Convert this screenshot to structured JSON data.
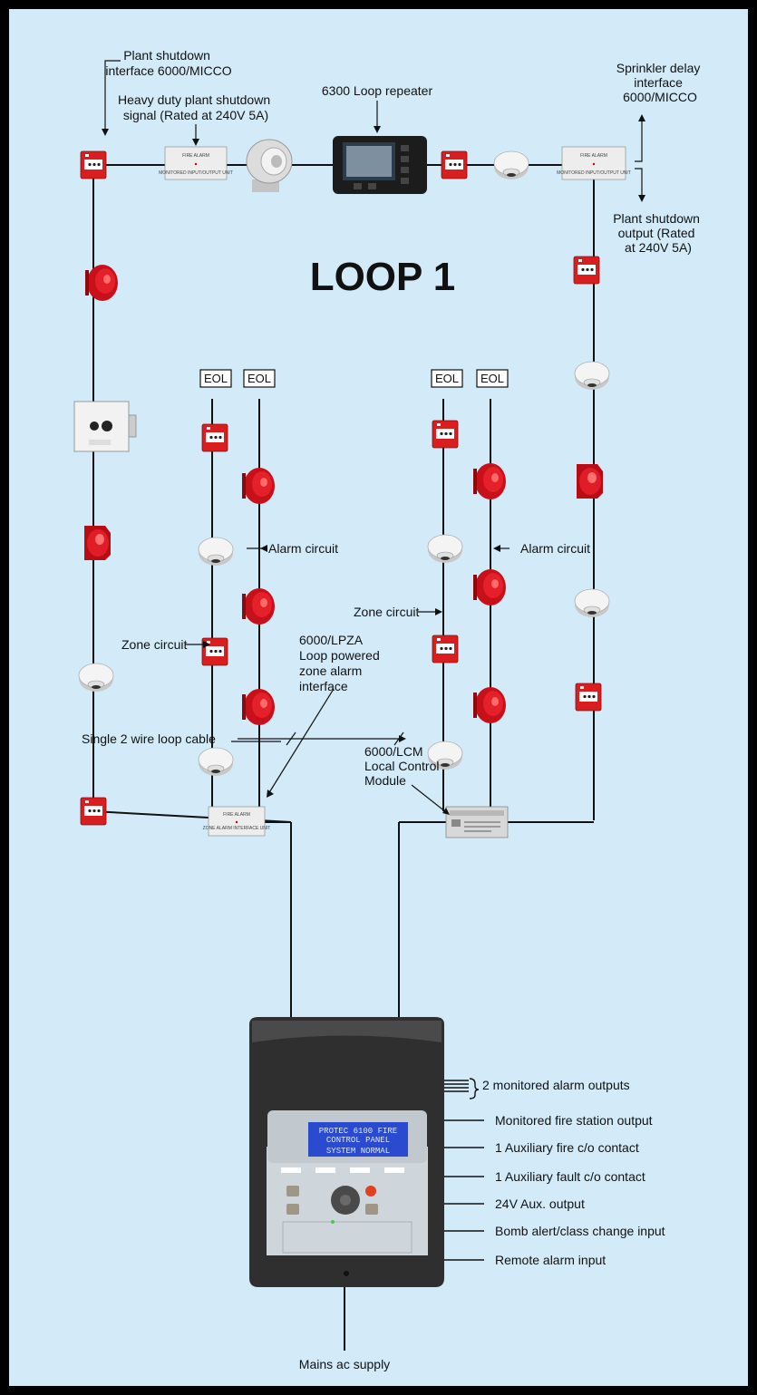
{
  "title": "LOOP 1",
  "labels": {
    "plant_shutdown_interface": [
      "Plant shutdown",
      "interface 6000/MICCO"
    ],
    "heavy_duty": [
      "Heavy duty plant shutdown",
      "signal (Rated at 240V 5A)"
    ],
    "loop_repeater": "6300 Loop repeater",
    "sprinkler_delay": [
      "Sprinkler delay",
      "interface",
      "6000/MICCO"
    ],
    "plant_shutdown_output": [
      "Plant shutdown",
      "output (Rated",
      "at 240V 5A)"
    ],
    "eol": "EOL",
    "alarm_circuit": "Alarm circuit",
    "zone_circuit": "Zone circuit",
    "lpza": [
      "6000/LPZA",
      "Loop powered",
      "zone alarm",
      "interface"
    ],
    "lcm": [
      "6000/LCM",
      "Local Control",
      "Module"
    ],
    "loop_cable": "Single 2 wire loop cable",
    "mains": "Mains ac supply"
  },
  "panel_outputs": [
    "2 monitored alarm outputs",
    "Monitored fire station output",
    "1 Auxiliary fire c/o contact",
    "1 Auxiliary fault c/o contact",
    "24V Aux. output",
    "Bomb alert/class change input",
    "Remote alarm input"
  ],
  "device_text": {
    "fire_alarm": "FIRE ALARM",
    "monitored_io": "MONITORED INPUT/OUTPUT UNIT",
    "zone_alarm_unit": "ZONE ALARM INTERFACE UNIT"
  },
  "panel": {
    "lcd_line1": "PROTEC 6100 FIRE",
    "lcd_line2": "CONTROL PANEL",
    "lcd_line3": "SYSTEM NORMAL"
  },
  "colors": {
    "background": "#d3ebf8",
    "frame": "#000000",
    "call_point_red": "#d81e1e",
    "sounder_red": "#c8101a",
    "panel_body": "#3a3a3a"
  }
}
